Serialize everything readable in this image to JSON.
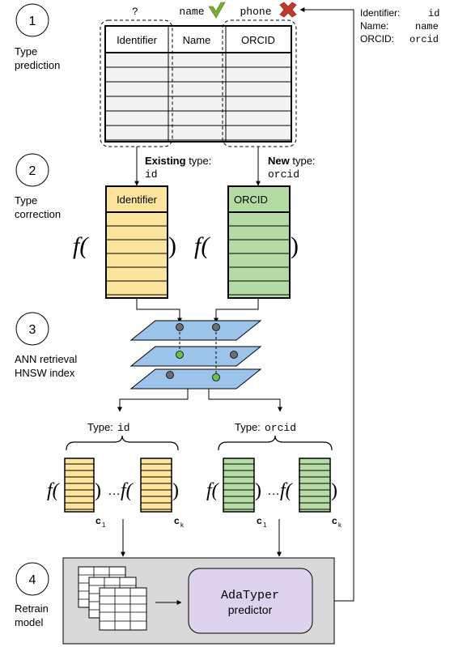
{
  "colors": {
    "yellow": "#fde49c",
    "green": "#b3dba3",
    "green_dark": "#8fc67a",
    "blue": "#9cc3ea",
    "purple": "#ddd3ee",
    "panel": "#d9d9d9",
    "check": "#7aac3b",
    "cross": "#c0392b",
    "node_gray": "#6e6e6e",
    "node_green": "#6fbf4e"
  },
  "icons": {
    "check": "check-icon",
    "cross": "cross-icon"
  },
  "steps": [
    {
      "number": "1",
      "line1": "Type",
      "line2": "prediction"
    },
    {
      "number": "2",
      "line1": "Type",
      "line2": "correction"
    },
    {
      "number": "3",
      "line1": "ANN retrieval",
      "line2": "HNSW index"
    },
    {
      "number": "4",
      "line1": "Retrain",
      "line2": "model"
    }
  ],
  "predictions": {
    "col1": "?",
    "col2": "name",
    "col3": "phone"
  },
  "legend": [
    {
      "label": "Identifier:",
      "value": "id"
    },
    {
      "label": "Name:",
      "value": "name"
    },
    {
      "label": "ORCID:",
      "value": "orcid"
    }
  ],
  "table": {
    "headers": [
      "Identifier",
      "Name",
      "ORCID"
    ]
  },
  "correction": {
    "existing_bold": "Existing",
    "existing_rest": " type:",
    "existing_value": "id",
    "new_bold": "New",
    "new_rest": " type:",
    "new_value": "orcid",
    "left_column_header": "Identifier",
    "right_column_header": "ORCID",
    "function_symbol": "f(",
    "close_paren": ")"
  },
  "retrieval": {
    "left_type_label": "Type: ",
    "left_type_value": "id",
    "right_type_label": "Type: ",
    "right_type_value": "orcid",
    "ellipsis": "…",
    "first_sub": "c",
    "first_index": "1",
    "last_sub": "c",
    "last_index": "k"
  },
  "retrain": {
    "model_name": "AdaTyper",
    "model_caption": "predictor"
  }
}
